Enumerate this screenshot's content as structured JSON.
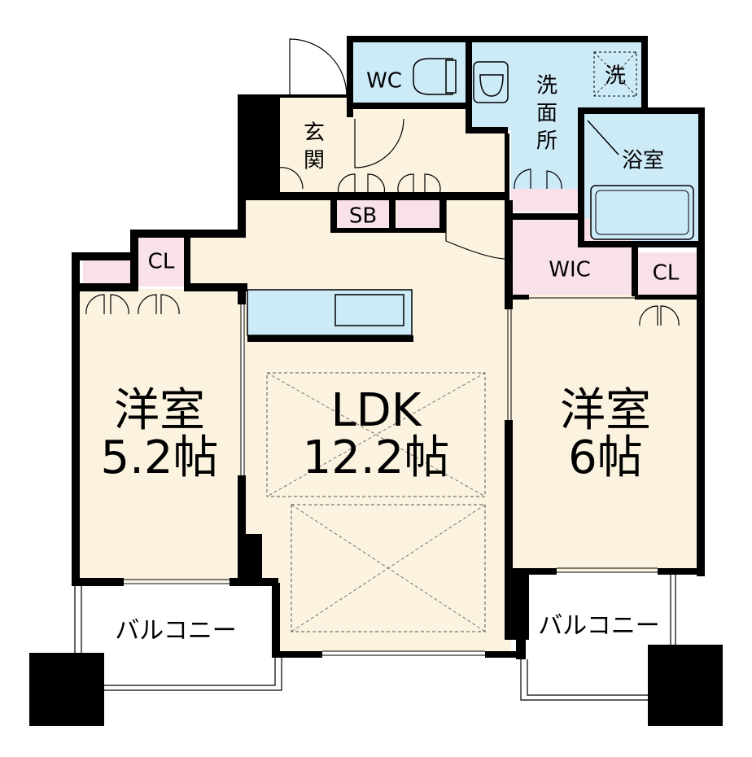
{
  "rooms": {
    "wc": "WC",
    "washroom_line1": "洗",
    "washroom_line2": "面",
    "washroom_line3": "所",
    "washer": "洗",
    "bath": "浴室",
    "entrance_line1": "玄",
    "entrance_line2": "関",
    "sb": "SB",
    "cl_left": "CL",
    "cl_right": "CL",
    "wic": "WIC",
    "western_left_name": "洋室",
    "western_left_size": "5.2帖",
    "ldk_name": "LDK",
    "ldk_size": "12.2帖",
    "western_right_name": "洋室",
    "western_right_size": "6帖",
    "balcony_left": "バルコニー",
    "balcony_right": "バルコニー"
  },
  "colors": {
    "living_floor": "#fbf3df",
    "storage": "#f9e1ea",
    "wet_area": "#cdeaf7",
    "wall": "#000000"
  }
}
